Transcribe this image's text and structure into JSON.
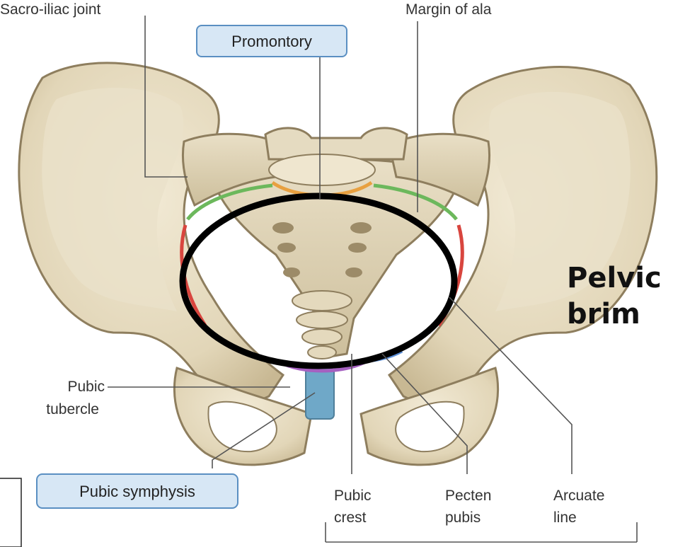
{
  "labels": {
    "sacro_iliac_joint": "Sacro-iliac joint",
    "margin_of_ala": "Margin of ala",
    "promontory": "Promontory",
    "pelvic_line1": "Pelvic",
    "pelvic_line2": "brim",
    "pubic_tubercle_line1": "Pubic",
    "pubic_tubercle_line2": "tubercle",
    "pubic_symphysis": "Pubic symphysis",
    "pubic_crest_line1": "Pubic",
    "pubic_crest_line2": "crest",
    "pecten_pubis_line1": "Pecten",
    "pecten_pubis_line2": "pubis",
    "arcuate_line_line1": "Arcuate",
    "arcuate_line_line2": "line"
  },
  "colors": {
    "bone": "#e6dcc2",
    "bone_shadow": "#b9a987",
    "label_box_fill": "#d7e7f5",
    "label_box_border": "#5a8fc2",
    "promontory_rim": "#e8a040",
    "ala_rim": "#6cb85c",
    "arcuate_rim": "#d8453e",
    "pecten_rim": "#a560c0",
    "crest_rim": "#5b8ed6",
    "symphysis": "#6fa8c8",
    "outline_ellipse": "#000000"
  }
}
